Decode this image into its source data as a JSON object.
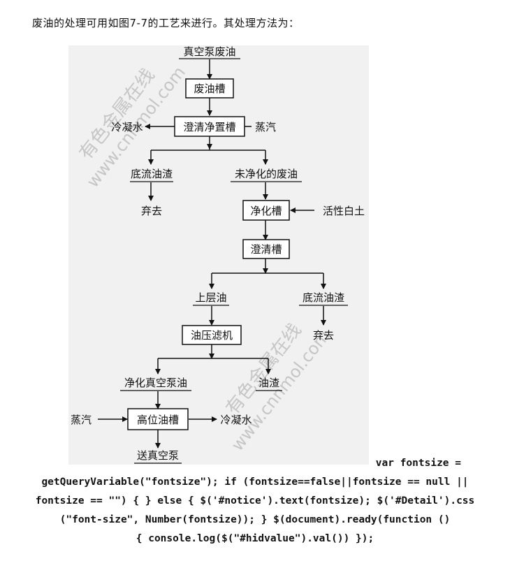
{
  "intro_text": "废油的处理可用如图7-7的工艺来进行。其处理方法为：",
  "diagram": {
    "nodes": {
      "vacuum_pump_oil": "真空泵废油",
      "waste_oil_tank": "废油槽",
      "settling_tank": "澄清净置槽",
      "condensate_water_1": "冷凝水",
      "steam_1": "蒸汽",
      "bottom_sludge_1": "底流油渣",
      "unpurified_oil": "未净化的废油",
      "discard_1": "弃去",
      "purification_tank": "净化槽",
      "activated_clay": "活性白土",
      "clarification_tank": "澄清槽",
      "upper_oil": "上层油",
      "bottom_sludge_2": "底流油渣",
      "oil_filter_press": "油压滤机",
      "discard_2": "弃去",
      "purified_vacuum_oil": "净化真空泵油",
      "oil_residue": "油渣",
      "steam_2": "蒸汽",
      "high_oil_tank": "高位油槽",
      "condensate_water_2": "冷凝水",
      "send_to_pump": "送真空泵"
    },
    "watermarks": [
      "有色金属在线",
      "www.cnnmol.com",
      "有色金属在线",
      "www.cnnmol.com"
    ]
  },
  "code_snippet": {
    "line1": "var fontsize =",
    "line2": "getQueryVariable(\"fontsize\"); if (fontsize==false||fontsize == null ||",
    "line3": "fontsize == \"\") { } else { $('#notice').text(fontsize); $('#Detail').css",
    "line4": "(\"font-size\", Number(fontsize)); } $(document).ready(function ()",
    "line5": "{ console.log($(\"#hidvalue\").val()) });"
  }
}
